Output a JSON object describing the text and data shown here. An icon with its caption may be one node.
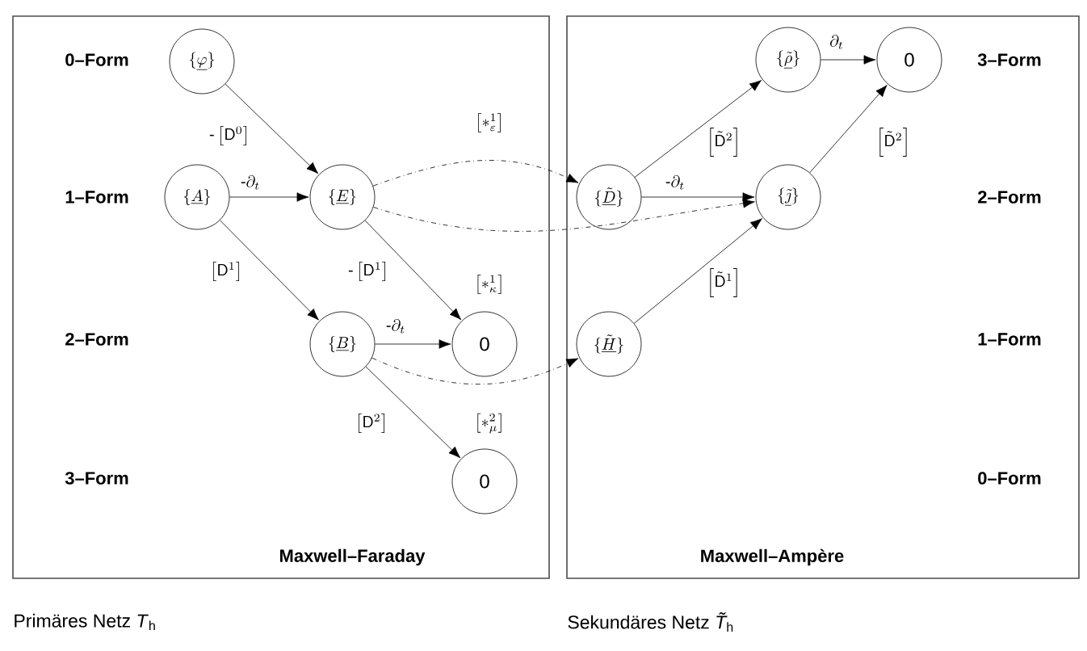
{
  "diagram": {
    "nodes": [
      {
        "text": [
          "Maxwell–Faraday"
        ]
      },
      {
        "text": [
          "\\{\\underline{\\varphi}\\}"
        ],
        "in": 0
      },
      {
        "text": [
          "\\{\\underline{A}\\}"
        ],
        "in": 0
      },
      {
        "text": [
          "\\{\\underline{E}\\}"
        ],
        "in": 0
      },
      {
        "text": [
          "\\{\\underline{B}\\}"
        ],
        "in": 0
      },
      {
        "text": [
          "0"
        ],
        "in": 0
      },
      {
        "text": [
          "0"
        ],
        "in": 0
      },
      {
        "text": [
          "Maxwell–Ampère"
        ]
      },
      {
        "text": [
          "\\{\\underline{\\tilde{\\rho}}\\}"
        ],
        "in": 7
      },
      {
        "text": [
          "0"
        ],
        "in": 7
      },
      {
        "text": [
          "\\{\\underline{\\tilde{D}}\\}"
        ],
        "in": 7
      },
      {
        "text": [
          "\\{\\underline{\\tilde{\\jmath}}\\}"
        ],
        "in": 7
      },
      {
        "text": [
          "\\{\\underline{\\tilde{H}}\\}"
        ],
        "in": 7
      }
    ],
    "edges": [
      {
        "from": 1,
        "to": 3,
        "arrow": "to",
        "label": "\\mbox{-}\\left[\\mathsf{D}^{0}\\right]"
      },
      {
        "from": 2,
        "to": 3,
        "arrow": "to",
        "label": "\\mbox{-}\\partial_t"
      },
      {
        "from": 2,
        "to": 4,
        "arrow": "to",
        "label": "\\left[\\mathsf{D}^{1}\\right]"
      },
      {
        "from": 3,
        "to": 5,
        "arrow": "to",
        "label": "\\mbox{-}\\left[\\mathsf{D}^{1}\\right]"
      },
      {
        "from": 4,
        "to": 5,
        "arrow": "to",
        "label": "\\mbox{-}\\partial_t"
      },
      {
        "from": 4,
        "to": 6,
        "arrow": "to",
        "label": "\\left[\\mathsf{D}^{2}\\right]"
      },
      {
        "from": 3,
        "to": 10,
        "arrow": "to",
        "style": "dashed",
        "label": "\\left[*^{1}_{\\varepsilon}\\right]"
      },
      {
        "from": 3,
        "to": 11,
        "arrow": "to",
        "style": "dashed",
        "label": "\\left[*^{1}_{\\kappa}\\right]"
      },
      {
        "from": 4,
        "to": 12,
        "arrow": "to",
        "style": "dashed",
        "label": "\\left[*^{2}_{\\mu}\\right]"
      },
      {
        "from": 10,
        "to": 8,
        "arrow": "to",
        "label": "\\left[\\tilde{\\mathsf{D}}^{2}\\right]"
      },
      {
        "from": 10,
        "to": 11,
        "arrow": "to",
        "label": "\\mbox{-}\\partial_t"
      },
      {
        "from": 12,
        "to": 11,
        "arrow": "to",
        "label": "\\left[\\tilde{\\mathsf{D}}^{1}\\right]"
      },
      {
        "from": 8,
        "to": 9,
        "arrow": "to",
        "label": "\\partial_t"
      },
      {
        "from": 11,
        "to": 9,
        "arrow": "to",
        "label": "\\left[\\tilde{\\mathsf{D}}^{2}\\right]"
      }
    ],
    "labels": [
      "0–Form",
      "3–Form",
      "1–Form",
      "2–Form",
      "2–Form",
      "1–Form",
      "3–Form",
      "0–Form",
      "Primäres Netz *T*$_{h}$",
      "Sekundäres Netz *T̃*$_{h}$"
    ]
  }
}
